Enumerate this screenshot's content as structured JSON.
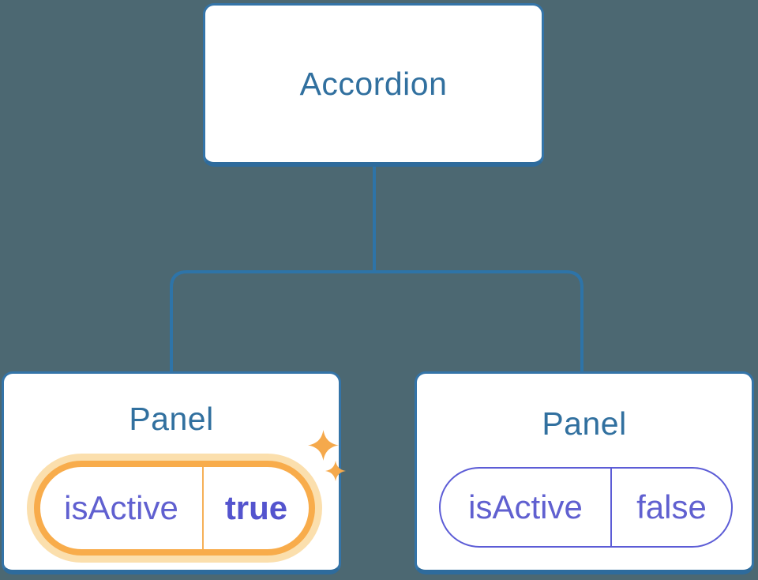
{
  "diagram": {
    "description": "Component tree diagram: an Accordion parent component with two Panel children holding isActive state",
    "root": {
      "label": "Accordion"
    },
    "children": [
      {
        "title": "Panel",
        "state_key": "isActive",
        "state_value": "true",
        "highlighted": true,
        "icon": "sparkles"
      },
      {
        "title": "Panel",
        "state_key": "isActive",
        "state_value": "false",
        "highlighted": false
      }
    ]
  },
  "colors": {
    "background": "#4C6872",
    "node_fill": "#FFFFFF",
    "node_border": "#3474A8",
    "node_border_bottom": "#2E6B9C",
    "connector": "#2E74A8",
    "title_text": "#31709F",
    "state_text": "#6060D0",
    "state_value_active_text": "#5454CE",
    "inactive_pill_border": "#5C5CD6",
    "active_pill_border": "#F8AC4B",
    "active_pill_glow": "#FBDFAD",
    "sparkle": "#F5A94C"
  }
}
